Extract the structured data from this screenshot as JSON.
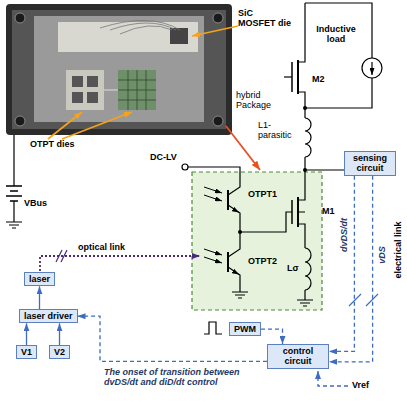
{
  "diagram": {
    "nodes": [
      {
        "text": [
          "sensing circuit"
        ]
      },
      {
        "text": [
          "laser"
        ]
      },
      {
        "text": [
          "laser driver"
        ]
      },
      {
        "text": [
          "V1"
        ]
      },
      {
        "text": [
          "V2"
        ]
      },
      {
        "text": [
          "PWM"
        ]
      },
      {
        "text": [
          "control circuit"
        ]
      }
    ],
    "edges": [
      {
        "from": 2,
        "to": 1,
        "arrow": "to"
      },
      {
        "from": 3,
        "to": 2,
        "arrow": "to"
      },
      {
        "from": 4,
        "to": 2,
        "arrow": "to"
      },
      {
        "from": 0,
        "to": 6,
        "label": "dvDS/dt",
        "arrow": "to"
      },
      {
        "from": 0,
        "to": 6,
        "label": "vDS",
        "arrow": "to"
      },
      {
        "from": 5,
        "to": 6,
        "arrow": "to"
      },
      {
        "from": 6,
        "to": 2,
        "label": "The onset of transition between dvDS/dt and diD/dt control",
        "arrow": "to"
      }
    ],
    "labels": [
      "SiC MOSFET die",
      "OTPT dies",
      "hybrid Package",
      "Inductive load",
      "M2",
      "L1-parasitic",
      "DC-LV",
      "OTPT1",
      "OTPT2",
      "M1",
      "Lσ",
      "VBus",
      "optical link",
      "electrical link",
      "Vref"
    ]
  }
}
